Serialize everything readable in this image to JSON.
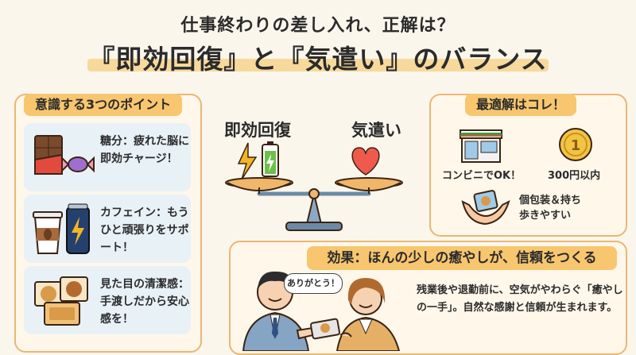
{
  "header": {
    "title_line1": "仕事終わりの差し入れ、正解は？",
    "title_line2": "『即効回復』と『気遣い』のバランス"
  },
  "left": {
    "heading": "意識する3つのポイント",
    "points": [
      {
        "icon": "chocolate-candy-icon",
        "text": "糖分：疲れた脳に即効チャージ！"
      },
      {
        "icon": "coffee-energy-drink-icon",
        "text": "カフェイン：もうひと頑張りをサポート！"
      },
      {
        "icon": "cookie-packs-icon",
        "text": "見た目の清潔感：手渡しだから安心感を！"
      }
    ]
  },
  "center": {
    "label_left": "即効回復",
    "label_right": "気遣い"
  },
  "right": {
    "heading": "最適解はコレ！",
    "items": [
      {
        "icon": "convenience-store-icon",
        "label": "コンビニでOK！"
      },
      {
        "icon": "coin-icon",
        "label": "300円以内",
        "coin_symbol": "1"
      },
      {
        "icon": "hands-package-icon",
        "label": "個包装＆持ち歩きやすい"
      }
    ]
  },
  "bottom": {
    "heading": "効果：ほんの少しの癒やしが、信頼をつくる",
    "speech": "ありがとう！",
    "description": "残業後や退勤前に、空気がやわらぐ「癒やしの一手」。自然な感謝と信頼が生まれます。"
  },
  "colors": {
    "accent": "#f7c66f",
    "border": "#e9b774",
    "panel": "#fff7ea",
    "card": "#e8f1f6",
    "heart": "#ef5a4c",
    "bolt": "#f3b524"
  }
}
